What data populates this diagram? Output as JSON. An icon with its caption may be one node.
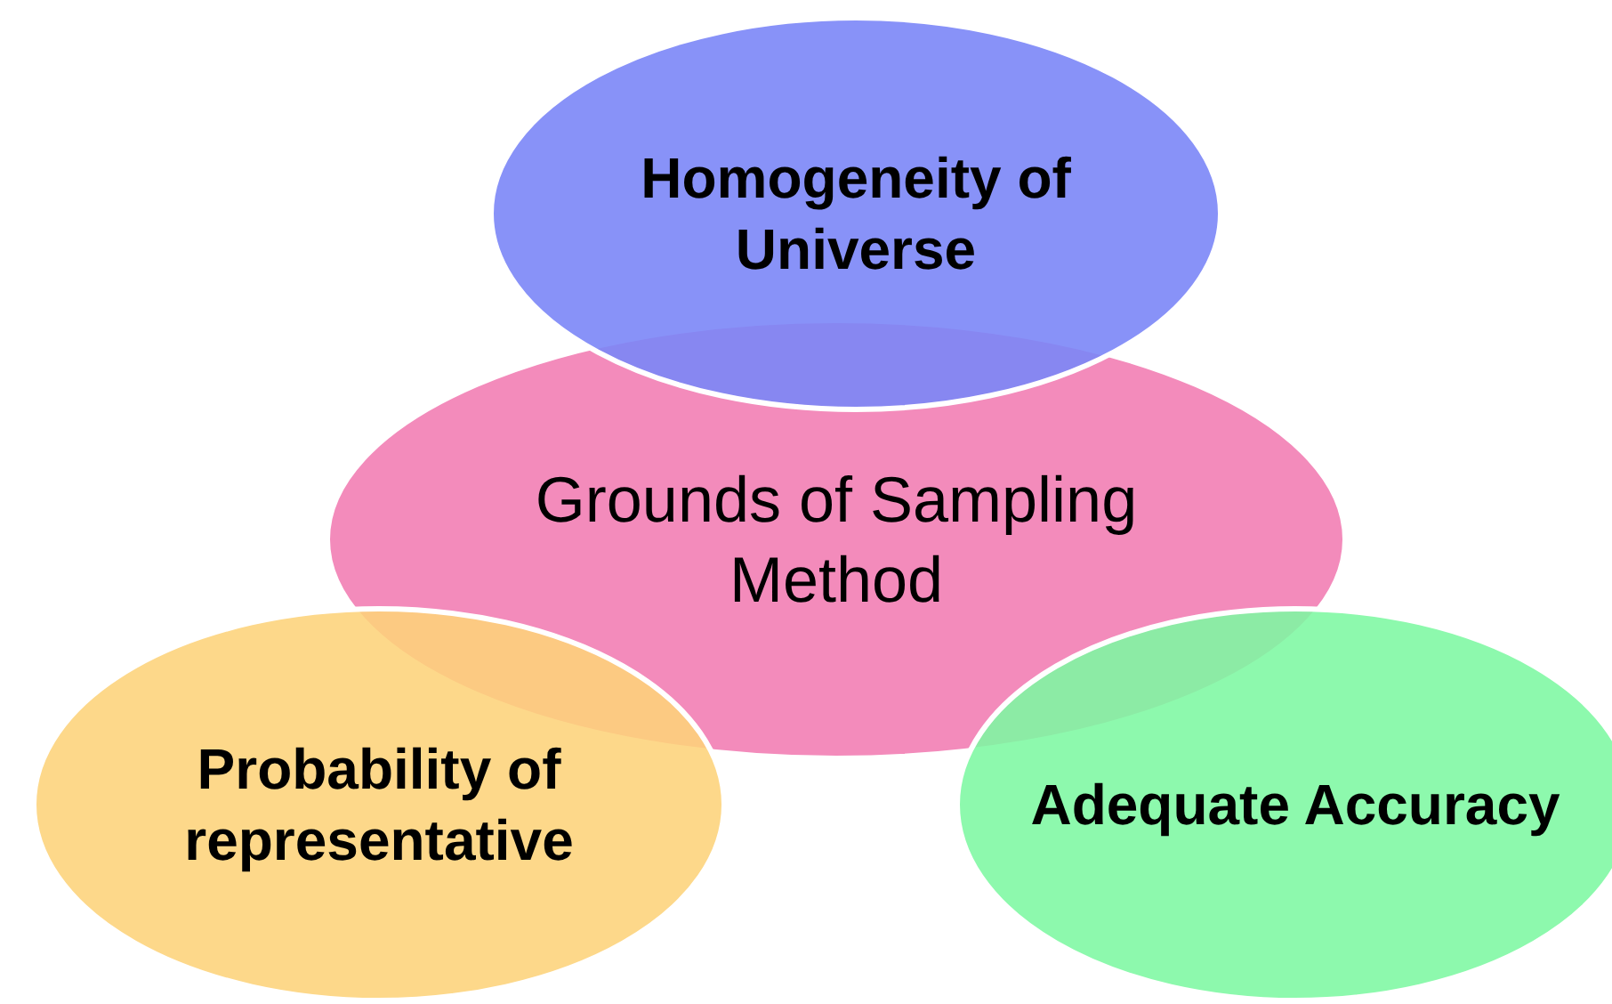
{
  "diagram": {
    "nodes": [
      {
        "text": [
          "Homogeneity of Universe"
        ]
      },
      {
        "text": [
          "Grounds of Sampling Method"
        ]
      },
      {
        "text": [
          "Probability of representative"
        ]
      },
      {
        "text": [
          "Adequate Accuracy"
        ]
      }
    ]
  }
}
